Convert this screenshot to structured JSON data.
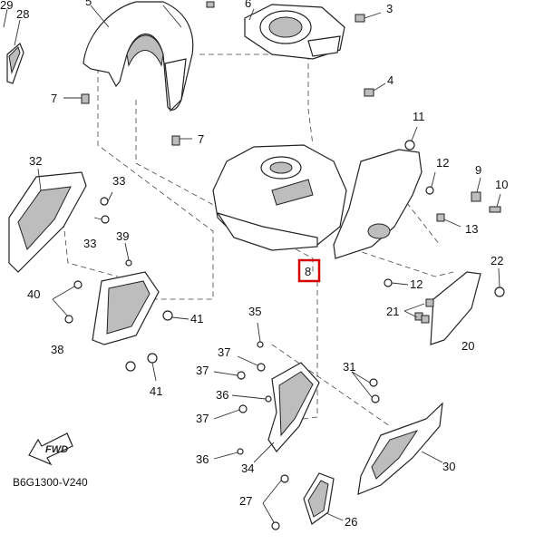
{
  "diagram": {
    "code": "B6G1300-V240",
    "fwd_label": "FWD",
    "highlighted_part": "8",
    "highlight_color": "#d40000",
    "labels": {
      "p29": "29",
      "p28": "28",
      "p5": "5",
      "p6": "6",
      "p3": "3",
      "p4": "4",
      "p7a": "7",
      "p7b": "7",
      "p11": "11",
      "p12a": "12",
      "p12b": "12",
      "p9": "9",
      "p10": "10",
      "p13": "13",
      "p22": "22",
      "p32": "32",
      "p33a": "33",
      "p33b": "33",
      "p39": "39",
      "p8": "8",
      "p40": "40",
      "p41a": "41",
      "p41b": "41",
      "p38": "38",
      "p35": "35",
      "p21": "21",
      "p20": "20",
      "p37a": "37",
      "p37b": "37",
      "p37c": "37",
      "p31": "31",
      "p36a": "36",
      "p36b": "36",
      "p34": "34",
      "p30": "30",
      "p27": "27",
      "p26": "26"
    }
  }
}
